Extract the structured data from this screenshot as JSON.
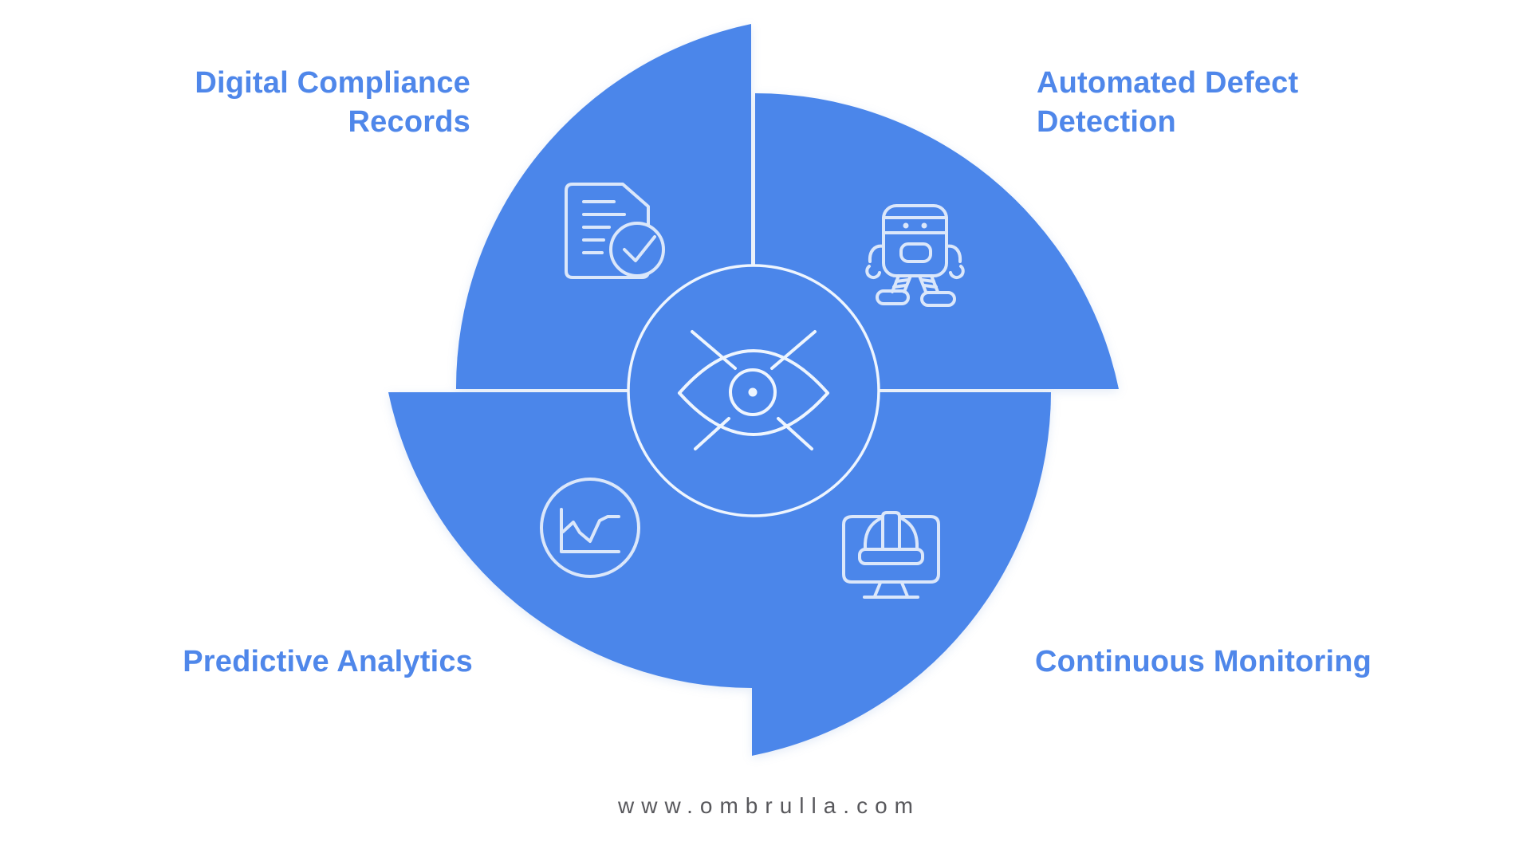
{
  "colors": {
    "accent": "#4b86ea",
    "label_text": "#4f87ea",
    "quadrant_icon_stroke": "#dbe7fa",
    "center_icon_stroke": "#eef5fe",
    "footer_text": "#58585c",
    "background": "#ffffff"
  },
  "quadrants": {
    "top_left": {
      "label_line1": "Digital Compliance",
      "label_line2": "Records",
      "icon": "document-check-icon"
    },
    "top_right": {
      "label_line1": "Automated Defect",
      "label_line2": "Detection",
      "icon": "robot-icon"
    },
    "bottom_left": {
      "label_line1": "Predictive Analytics",
      "label_line2": "",
      "icon": "line-chart-icon"
    },
    "bottom_right": {
      "label_line1": "Continuous Monitoring",
      "label_line2": "",
      "icon": "monitor-hardhat-icon"
    }
  },
  "center": {
    "icon": "ai-vision-eye-icon"
  },
  "footer": {
    "website": "www.ombrulla.com"
  }
}
